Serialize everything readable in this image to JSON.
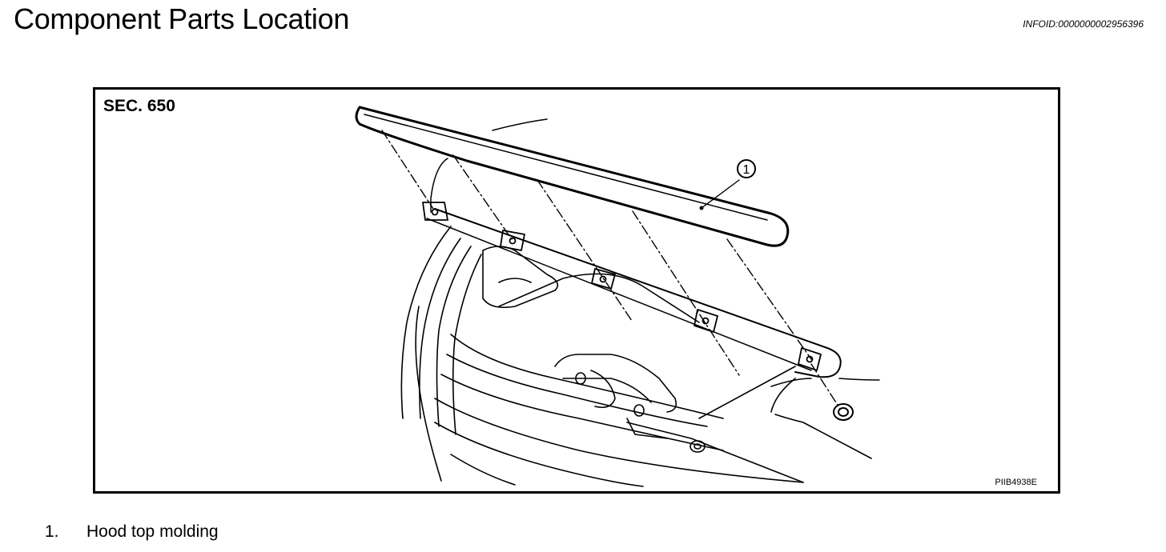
{
  "header": {
    "title": "Component Parts Location",
    "info_id": "INFOID:0000000002956396"
  },
  "figure": {
    "section": "SEC. 650",
    "code": "PIIB4938E",
    "callout": "1"
  },
  "legend": {
    "items": [
      {
        "number": "1.",
        "label": "Hood top molding"
      }
    ]
  }
}
